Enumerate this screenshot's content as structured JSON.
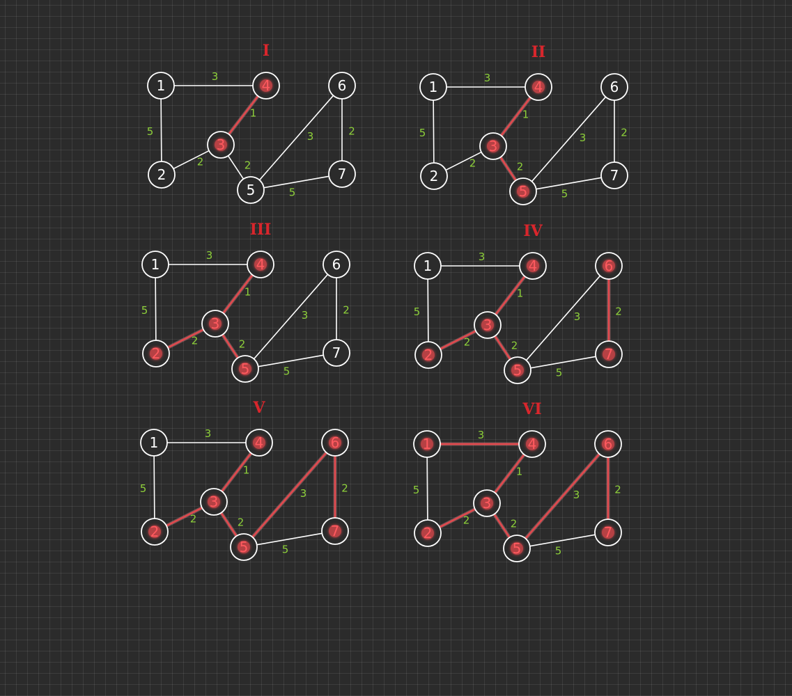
{
  "colors": {
    "background": "#2b2b2b",
    "edge": "#ffffff",
    "highlight": "#e5484d",
    "highlight_glow": "#ff9a9e",
    "weight_label": "#8ed13a",
    "step_label": "#d9262c"
  },
  "graph": {
    "nodes": [
      "1",
      "2",
      "3",
      "4",
      "5",
      "6",
      "7"
    ],
    "edges": [
      {
        "from": "1",
        "to": "4",
        "weight": "3"
      },
      {
        "from": "1",
        "to": "2",
        "weight": "5"
      },
      {
        "from": "2",
        "to": "3",
        "weight": "2"
      },
      {
        "from": "3",
        "to": "4",
        "weight": "1"
      },
      {
        "from": "3",
        "to": "5",
        "weight": "2"
      },
      {
        "from": "5",
        "to": "6",
        "weight": "3"
      },
      {
        "from": "6",
        "to": "7",
        "weight": "2"
      },
      {
        "from": "5",
        "to": "7",
        "weight": "5"
      }
    ]
  },
  "steps": [
    {
      "label": "I",
      "highlighted_nodes": [
        "3",
        "4"
      ],
      "highlighted_edges": [
        [
          "3",
          "4"
        ]
      ]
    },
    {
      "label": "II",
      "highlighted_nodes": [
        "3",
        "4",
        "5"
      ],
      "highlighted_edges": [
        [
          "3",
          "4"
        ],
        [
          "3",
          "5"
        ]
      ]
    },
    {
      "label": "III",
      "highlighted_nodes": [
        "2",
        "3",
        "4",
        "5"
      ],
      "highlighted_edges": [
        [
          "3",
          "4"
        ],
        [
          "3",
          "5"
        ],
        [
          "2",
          "3"
        ]
      ]
    },
    {
      "label": "IV",
      "highlighted_nodes": [
        "2",
        "3",
        "4",
        "5",
        "6",
        "7"
      ],
      "highlighted_edges": [
        [
          "3",
          "4"
        ],
        [
          "3",
          "5"
        ],
        [
          "2",
          "3"
        ],
        [
          "6",
          "7"
        ]
      ]
    },
    {
      "label": "V",
      "highlighted_nodes": [
        "2",
        "3",
        "4",
        "5",
        "6",
        "7"
      ],
      "highlighted_edges": [
        [
          "3",
          "4"
        ],
        [
          "3",
          "5"
        ],
        [
          "2",
          "3"
        ],
        [
          "6",
          "7"
        ],
        [
          "5",
          "6"
        ]
      ]
    },
    {
      "label": "VI",
      "highlighted_nodes": [
        "1",
        "2",
        "3",
        "4",
        "5",
        "6",
        "7"
      ],
      "highlighted_edges": [
        [
          "3",
          "4"
        ],
        [
          "3",
          "5"
        ],
        [
          "2",
          "3"
        ],
        [
          "6",
          "7"
        ],
        [
          "5",
          "6"
        ],
        [
          "1",
          "4"
        ]
      ]
    }
  ]
}
